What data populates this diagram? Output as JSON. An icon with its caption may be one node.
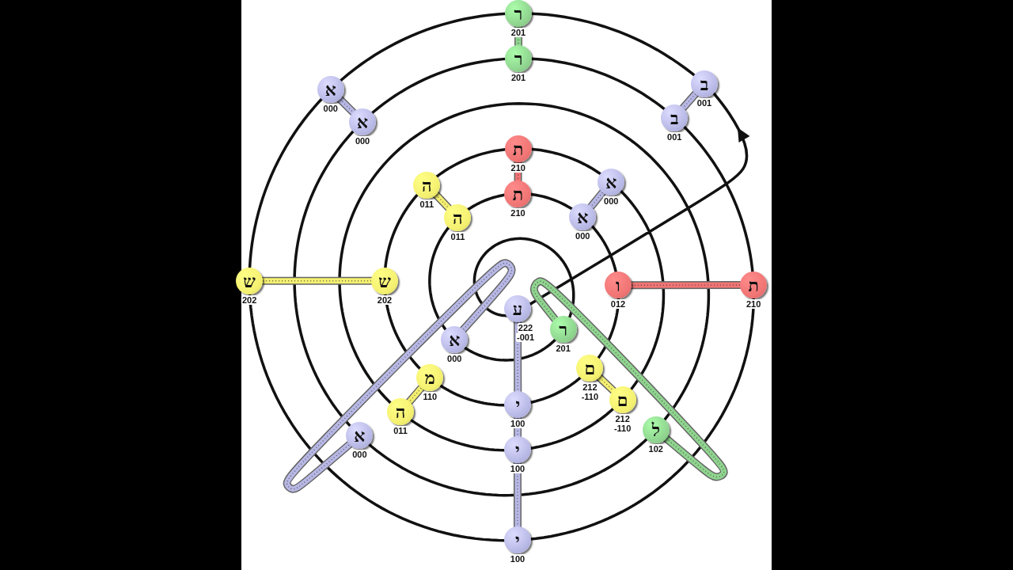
{
  "diagram": {
    "nodes": [
      {
        "text": [
          "ר"
        ],
        "beside": [
          "201"
        ]
      },
      {
        "text": [
          "ר"
        ],
        "beside": [
          "201"
        ]
      },
      {
        "text": [
          "א"
        ],
        "beside": [
          "000"
        ]
      },
      {
        "text": [
          "א"
        ],
        "beside": [
          "000"
        ]
      },
      {
        "text": [
          "ב"
        ],
        "beside": [
          "001"
        ]
      },
      {
        "text": [
          "ב"
        ],
        "beside": [
          "001"
        ]
      },
      {
        "text": [
          "ת"
        ],
        "beside": [
          "210"
        ]
      },
      {
        "text": [
          "ת"
        ],
        "beside": [
          "210"
        ]
      },
      {
        "text": [
          "ה"
        ],
        "beside": [
          "011"
        ]
      },
      {
        "text": [
          "ה"
        ],
        "beside": [
          "011"
        ]
      },
      {
        "text": [
          "א"
        ],
        "beside": [
          "000"
        ]
      },
      {
        "text": [
          "א"
        ],
        "beside": [
          "000"
        ]
      },
      {
        "text": [
          "ש"
        ],
        "beside": [
          "202"
        ]
      },
      {
        "text": [
          "ש"
        ],
        "beside": [
          "202"
        ]
      },
      {
        "text": [
          "ו"
        ],
        "beside": [
          "012"
        ]
      },
      {
        "text": [
          "ת"
        ],
        "beside": [
          "210"
        ]
      },
      {
        "text": [
          "ע"
        ],
        "beside": [
          "222",
          "-001"
        ]
      },
      {
        "text": [
          "א"
        ],
        "beside": [
          "000"
        ]
      },
      {
        "text": [
          "ר"
        ],
        "beside": [
          "201"
        ]
      },
      {
        "text": [
          "מ"
        ],
        "beside": [
          "110"
        ]
      },
      {
        "text": [
          "ה"
        ],
        "beside": [
          "011"
        ]
      },
      {
        "text": [
          "ם"
        ],
        "beside": [
          "212",
          "-110"
        ]
      },
      {
        "text": [
          "ם"
        ],
        "beside": [
          "212",
          "-110"
        ]
      },
      {
        "text": [
          "י"
        ],
        "beside": [
          "100"
        ]
      },
      {
        "text": [
          "י"
        ],
        "beside": [
          "100"
        ]
      },
      {
        "text": [
          "ל"
        ],
        "beside": [
          "102"
        ]
      },
      {
        "text": [
          "א"
        ],
        "beside": [
          "000"
        ]
      },
      {
        "text": [
          "י"
        ],
        "beside": [
          "100"
        ]
      }
    ],
    "edges": [
      {
        "from": 0,
        "to": 1,
        "arrow": "none",
        "color": "#8fd48f"
      },
      {
        "from": 2,
        "to": 3,
        "arrow": "none",
        "color": "#b8b8e6"
      },
      {
        "from": 4,
        "to": 5,
        "arrow": "none",
        "color": "#b8b8e6"
      },
      {
        "from": 6,
        "to": 7,
        "arrow": "none",
        "color": "#f07474"
      },
      {
        "from": 8,
        "to": 9,
        "arrow": "none",
        "color": "#f4f070"
      },
      {
        "from": 10,
        "to": 11,
        "arrow": "none",
        "color": "#b8b8e6"
      },
      {
        "from": 12,
        "to": 13,
        "arrow": "none",
        "color": "#f4f070"
      },
      {
        "from": 14,
        "to": 15,
        "arrow": "none",
        "color": "#f07474"
      },
      {
        "from": 16,
        "to": 23,
        "arrow": "none",
        "color": "#b8b8e6"
      },
      {
        "from": 17,
        "to": 26,
        "arrow": "none",
        "color": "#b8b8e6"
      },
      {
        "from": 18,
        "to": 25,
        "arrow": "none",
        "color": "#8fd48f"
      },
      {
        "from": 19,
        "to": 20,
        "arrow": "none",
        "color": "#f4f070"
      },
      {
        "from": 21,
        "to": 22,
        "arrow": "none",
        "color": "#f4f070"
      },
      {
        "from": 23,
        "to": 24,
        "arrow": "none",
        "color": "#b8b8e6"
      },
      {
        "from": 24,
        "to": 27,
        "arrow": "none",
        "color": "#b8b8e6"
      }
    ]
  }
}
